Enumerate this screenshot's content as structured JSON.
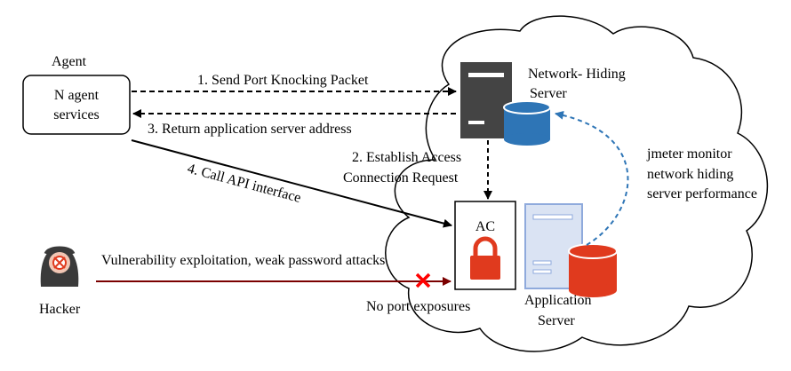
{
  "agent": {
    "title": "Agent",
    "box_line1": "N agent",
    "box_line2": "services"
  },
  "network_hiding_server": {
    "line1": "Network- Hiding",
    "line2": "Server"
  },
  "ac": {
    "label": "AC"
  },
  "application_server": {
    "line1": "Application",
    "line2": "Server"
  },
  "hacker": {
    "label": "Hacker"
  },
  "arrows": {
    "send_knock": "1. Send Port Knocking Packet",
    "return_addr": "3. Return application server address",
    "establish_line1": "2. Establish  Access",
    "establish_line2": "Connection Request",
    "call_api": "4. Call API interface",
    "attack": "Vulnerability exploitation, weak password attacks",
    "no_port": "No port exposures"
  },
  "monitor": {
    "line1": "jmeter monitor",
    "line2": "network hiding",
    "line3": "server performance"
  },
  "colors": {
    "server_dark": "#444444",
    "db_blue": "#2e75b6",
    "db_red": "#e03a1e",
    "app_server_fill": "#dae3f3",
    "app_server_stroke": "#8faadc",
    "lock_red": "#e03a1e",
    "attack_line": "#7b0000",
    "monitor_line": "#2e75b6",
    "cross_red": "#ff0000"
  }
}
